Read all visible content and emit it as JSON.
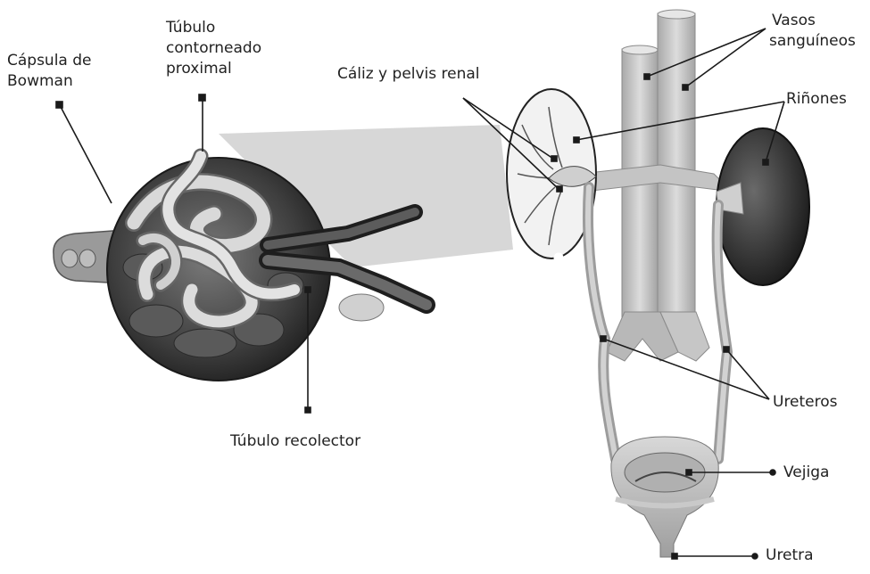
{
  "labels": {
    "bowman_1": "Cápsula de",
    "bowman_2": "Bowman",
    "proximal_1": "Túbulo",
    "proximal_2": "contorneado",
    "proximal_3": "proximal",
    "caliz": "Cáliz y pelvis renal",
    "vasos_1": "Vasos",
    "vasos_2": "sanguíneos",
    "rinones": "Riñones",
    "recolector": "Túbulo recolector",
    "ureteros": "Ureteros",
    "vejiga": "Vejiga",
    "uretra": "Uretra"
  },
  "colors": {
    "background": "#ffffff",
    "text": "#222222",
    "leader": "#1a1a1a",
    "nephron_dark": "#3a3a3a",
    "tissue_light": "#cfcfcf",
    "vessel": "#bdbdbd"
  }
}
